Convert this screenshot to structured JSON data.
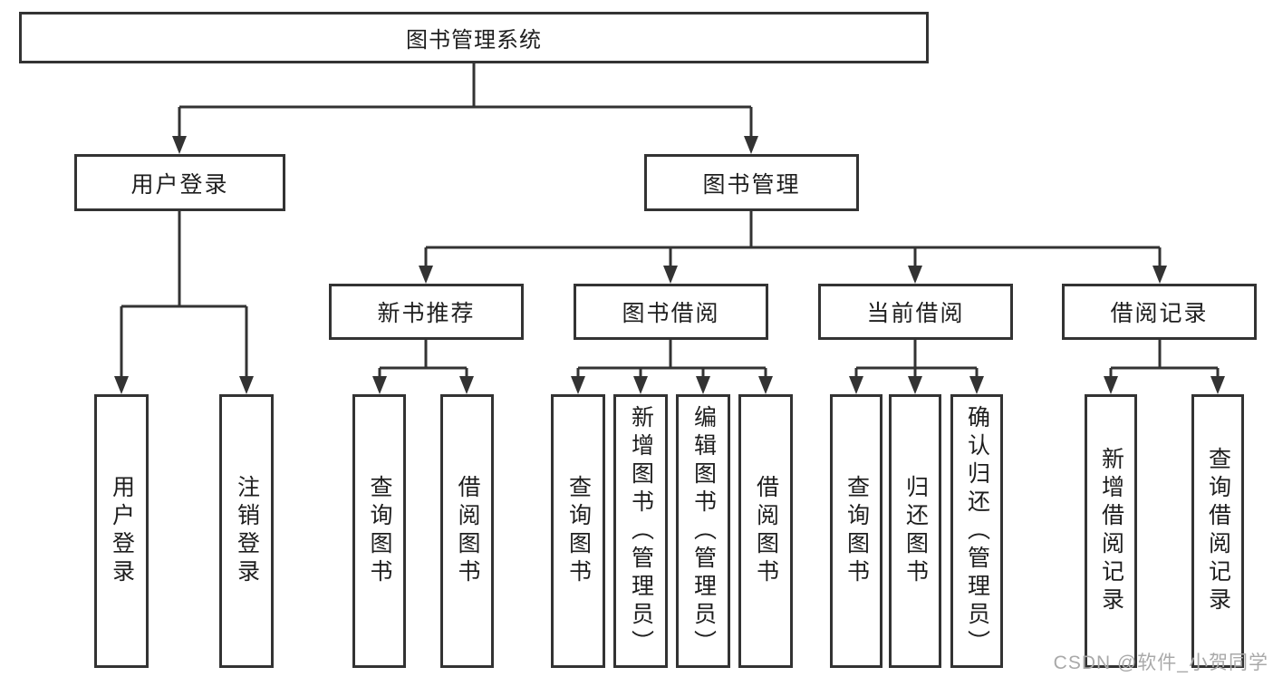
{
  "colors": {
    "line": "#333333",
    "border": "#333333",
    "text": "#1e1e1e",
    "background": "#ffffff",
    "watermark": "#a9a9a9"
  },
  "diagram": {
    "root": {
      "label": "图书管理系统"
    },
    "branches": [
      {
        "label": "用户登录",
        "leaves": [
          {
            "label": "用户登录"
          },
          {
            "label": "注销登录"
          }
        ]
      },
      {
        "label": "图书管理",
        "groups": [
          {
            "label": "新书推荐",
            "leaves": [
              {
                "label": "查询图书"
              },
              {
                "label": "借阅图书"
              }
            ]
          },
          {
            "label": "图书借阅",
            "leaves": [
              {
                "label": "查询图书"
              },
              {
                "label": "新增图书（管理员）"
              },
              {
                "label": "编辑图书（管理员）"
              },
              {
                "label": "借阅图书"
              }
            ]
          },
          {
            "label": "当前借阅",
            "leaves": [
              {
                "label": "查询图书"
              },
              {
                "label": "归还图书"
              },
              {
                "label": "确认归还（管理员）"
              }
            ]
          },
          {
            "label": "借阅记录",
            "leaves": [
              {
                "label": "新增借阅记录"
              },
              {
                "label": "查询借阅记录"
              }
            ]
          }
        ]
      }
    ]
  },
  "watermark": {
    "text": "CSDN @软件_小贺同学"
  }
}
